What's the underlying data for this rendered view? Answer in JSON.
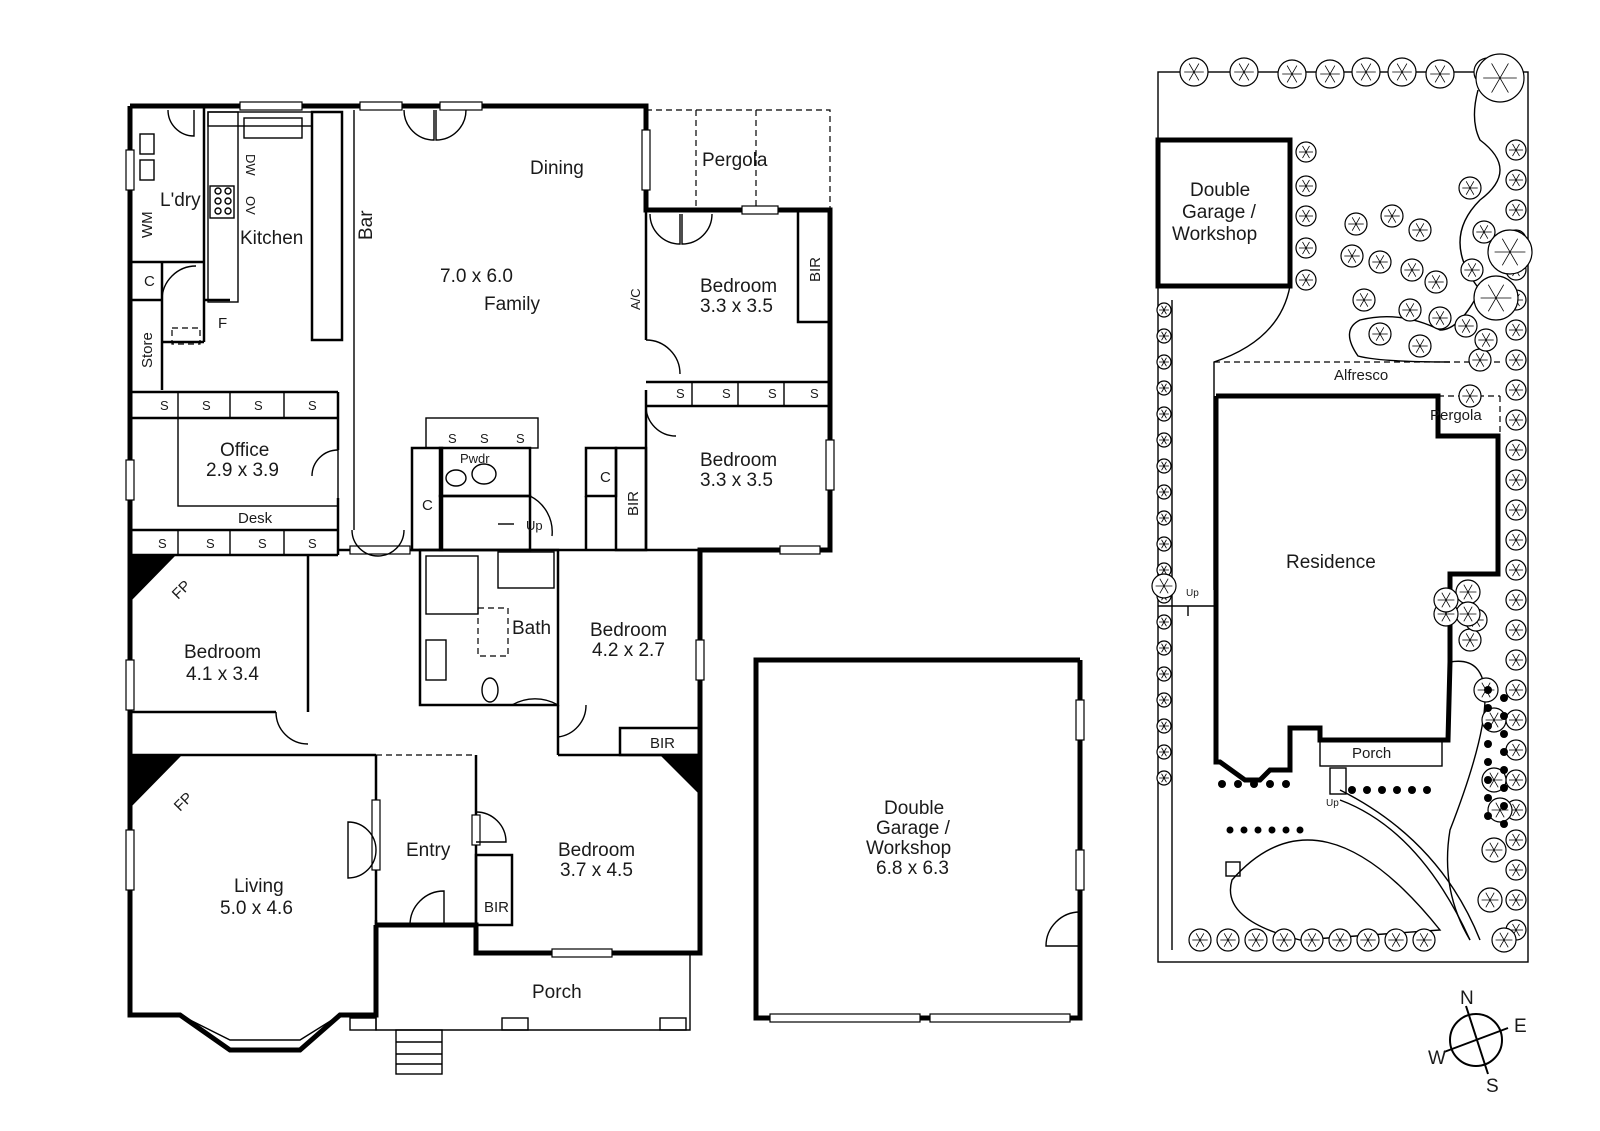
{
  "floor_plan": {
    "rooms": {
      "laundry": "L'dry",
      "wm": "WM",
      "kitchen": "Kitchen",
      "dw": "DW",
      "ov": "OV",
      "bar": "Bar",
      "dining": "Dining",
      "family_dim": "7.0 x 6.0",
      "family": "Family",
      "ac": "A/C",
      "pergola": "Pergola",
      "bed1": "Bedroom",
      "bed1_dim": "3.3 x 3.5",
      "bed2": "Bedroom",
      "bed2_dim": "3.3 x 3.5",
      "bir": "BIR",
      "c": "C",
      "f": "F",
      "store": "Store",
      "s": "S",
      "office": "Office",
      "office_dim": "2.9 x 3.9",
      "desk": "Desk",
      "pwdr": "Pwdr",
      "up": "Up",
      "fp": "FP",
      "bed3": "Bedroom",
      "bed3_dim": "4.1 x 3.4",
      "bath": "Bath",
      "bed4": "Bedroom",
      "bed4_dim": "4.2 x 2.7",
      "living": "Living",
      "living_dim": "5.0 x 4.6",
      "entry": "Entry",
      "bed5": "Bedroom",
      "bed5_dim": "3.7 x 4.5",
      "porch": "Porch"
    }
  },
  "garage": {
    "line1": "Double",
    "line2": "Garage /",
    "line3": "Workshop",
    "dim": "6.8 x 6.3"
  },
  "site_plan": {
    "garage_line1": "Double",
    "garage_line2": "Garage /",
    "garage_line3": "Workshop",
    "alfresco": "Alfresco",
    "pergola": "Pergola",
    "residence": "Residence",
    "porch": "Porch",
    "up": "Up"
  },
  "compass": {
    "n": "N",
    "e": "E",
    "s": "S",
    "w": "W"
  }
}
